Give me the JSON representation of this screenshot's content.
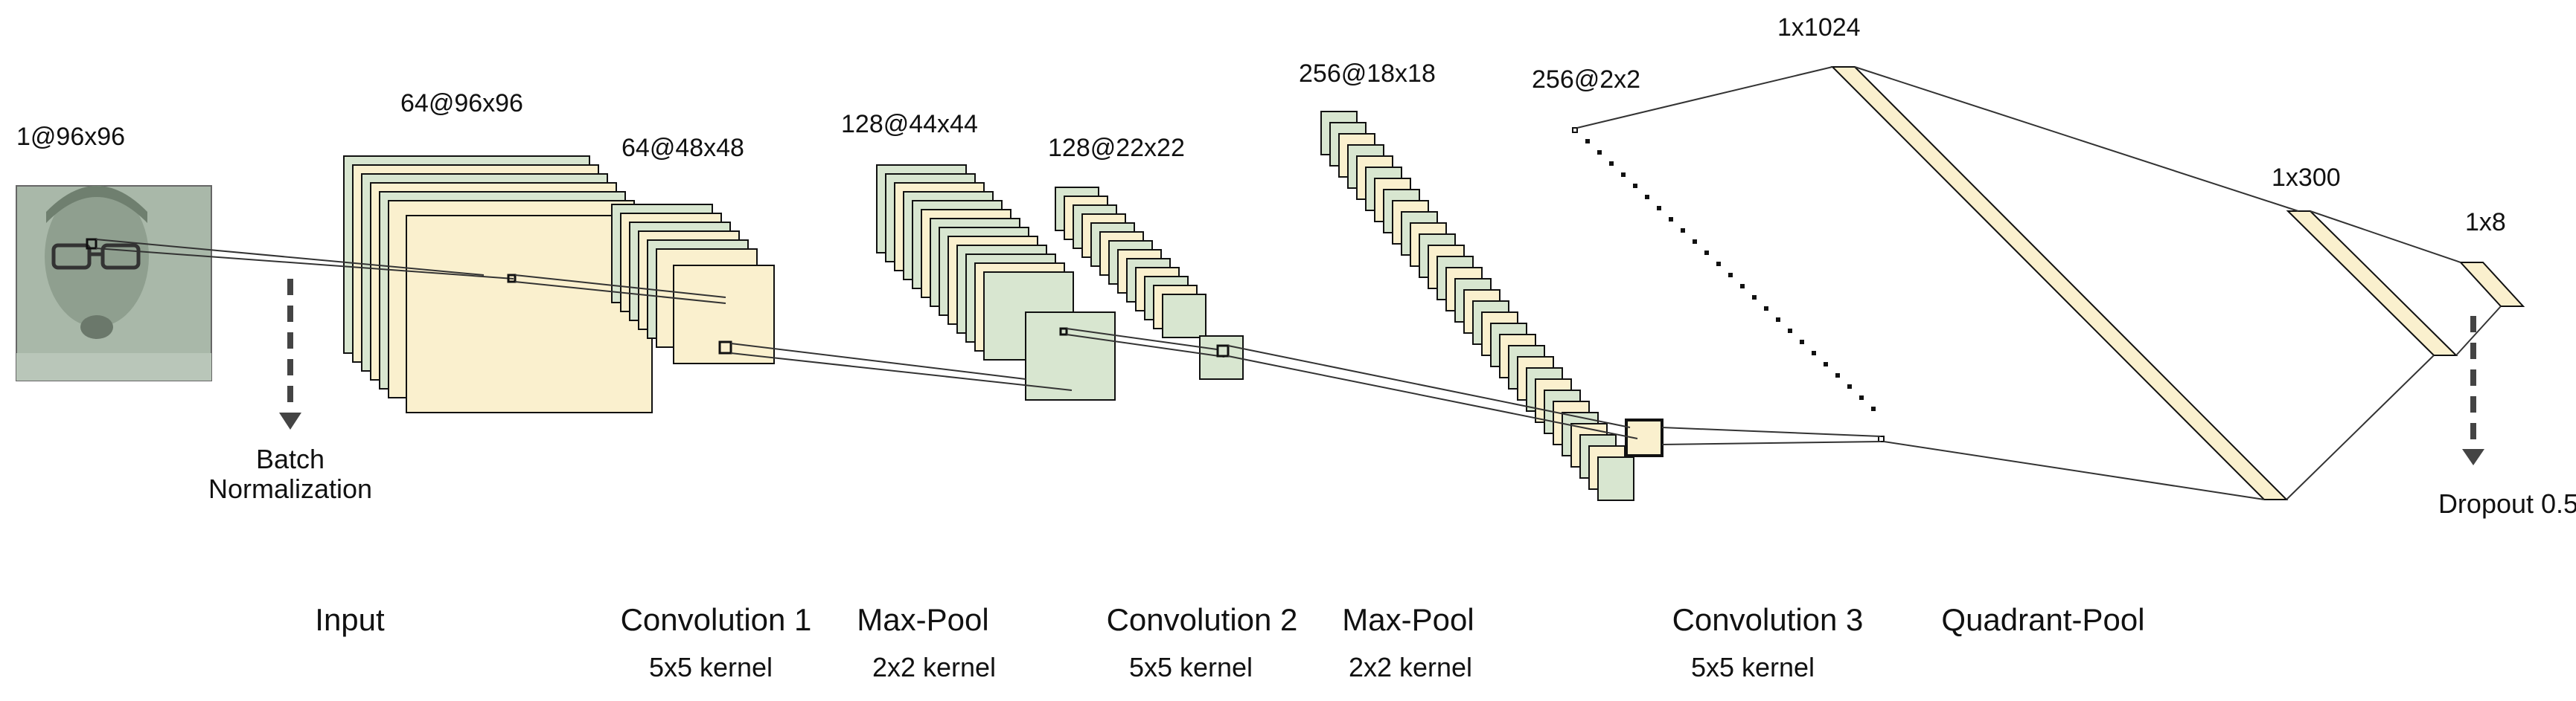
{
  "colors": {
    "green": "#d8e6d0",
    "yellow": "#faf0ce",
    "stroke": "#111111",
    "dashed_arrow": "#444444",
    "photo_bg": "#a9b8a9"
  },
  "input_image": {
    "icon": "face-photo-icon",
    "label": "1@96x96"
  },
  "layers": [
    {
      "label": "64@96x96"
    },
    {
      "label": "64@48x48"
    },
    {
      "label": "128@44x44"
    },
    {
      "label": "128@22x22"
    },
    {
      "label": "256@18x18"
    },
    {
      "label": "256@2x2"
    },
    {
      "label": "1x1024"
    },
    {
      "label": "1x300"
    },
    {
      "label": "1x8"
    }
  ],
  "annotations": {
    "batch_norm": {
      "line1": "Batch",
      "line2": "Normalization"
    },
    "dropout": "Dropout 0.5"
  },
  "stages": [
    {
      "name": "Input",
      "kernel": ""
    },
    {
      "name": "Convolution 1",
      "kernel": "5x5 kernel"
    },
    {
      "name": "Max-Pool",
      "kernel": "2x2 kernel"
    },
    {
      "name": "Convolution 2",
      "kernel": "5x5 kernel"
    },
    {
      "name": "Max-Pool",
      "kernel": "2x2 kernel"
    },
    {
      "name": "Convolution 3",
      "kernel": "5x5 kernel"
    },
    {
      "name": "Quadrant-Pool",
      "kernel": ""
    }
  ]
}
